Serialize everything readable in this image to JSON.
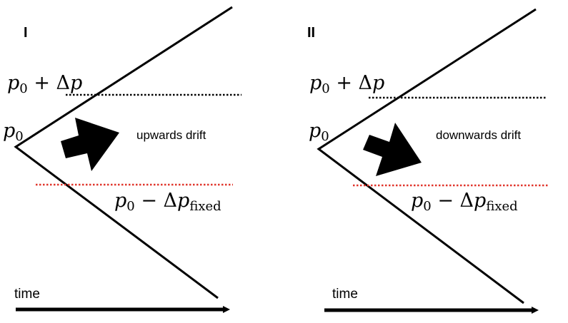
{
  "panels": [
    {
      "label": "I",
      "upper_label": {
        "var": "p",
        "sub": "0",
        "op": " + Δ",
        "var2": "p"
      },
      "origin_label": {
        "var": "p",
        "sub": "0"
      },
      "lower_label": {
        "var": "p",
        "sub": "0",
        "op": " − Δ",
        "var2": "p",
        "sub2": "fixed"
      },
      "drift_label": "upwards drift",
      "time_label": "time"
    },
    {
      "label": "II",
      "upper_label": {
        "var": "p",
        "sub": "0",
        "op": " + Δ",
        "var2": "p"
      },
      "origin_label": {
        "var": "p",
        "sub": "0"
      },
      "lower_label": {
        "var": "p",
        "sub": "0",
        "op": " − Δ",
        "var2": "p",
        "sub2": "fixed"
      },
      "drift_label": "downwards drift",
      "time_label": "time"
    }
  ],
  "colors": {
    "line": "#000000",
    "upper_threshold": "#000000",
    "lower_threshold": "#e0352b"
  }
}
